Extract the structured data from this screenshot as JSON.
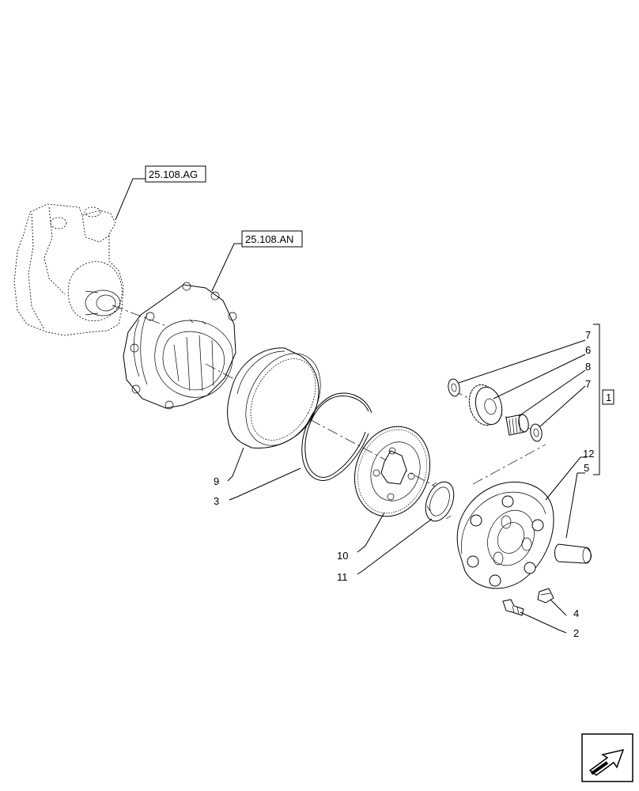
{
  "references": {
    "ag": "25.108.AG",
    "an": "25.108.AN"
  },
  "callouts": {
    "c1": "1",
    "c2": "2",
    "c3": "3",
    "c4": "4",
    "c5": "5",
    "c6": "6",
    "c7a": "7",
    "c7b": "7",
    "c8": "8",
    "c9": "9",
    "c10": "10",
    "c11": "11",
    "c12": "12"
  },
  "nav_icon": "next-page-arrow-icon"
}
